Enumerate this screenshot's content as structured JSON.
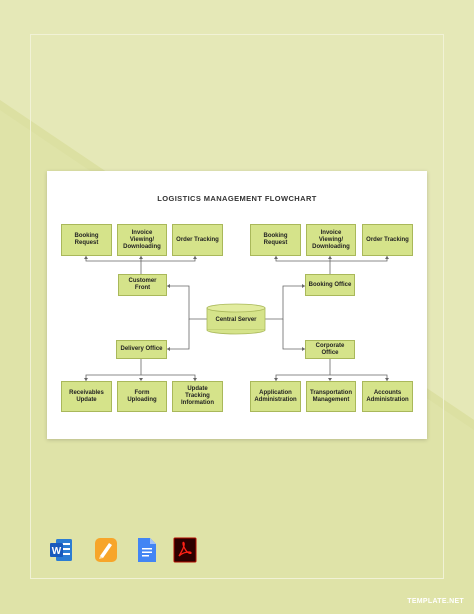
{
  "page": {
    "title": "LOGISTICS MANAGEMENT FLOWCHART",
    "watermark": "TEMPLATE.NET"
  },
  "diagram": {
    "center": "Central Server",
    "left_top_hub": "Customer\nFront",
    "left_top_children": [
      "Booking\nRequest",
      "Invoice\nViewing/\nDownloading",
      "Order Tracking"
    ],
    "right_top_hub": "Booking Office",
    "right_top_children": [
      "Booking\nRequest",
      "Invoice\nViewing/\nDownloading",
      "Order Tracking"
    ],
    "left_bottom_hub": "Delivery Office",
    "left_bottom_children": [
      "Receivables\nUpdate",
      "Form\nUploading",
      "Update\nTracking\nInformation"
    ],
    "right_bottom_hub": "Corporate\nOffice",
    "right_bottom_children": [
      "Application\nAdministration",
      "Transportation\nManagement",
      "Accounts\nAdministration"
    ]
  },
  "icons": [
    "word-icon",
    "pages-icon",
    "google-docs-icon",
    "pdf-icon"
  ],
  "colors": {
    "background": "#e5e8b7",
    "node_fill": "#d5e38a",
    "node_border": "#a9b85a",
    "line": "#666666"
  }
}
